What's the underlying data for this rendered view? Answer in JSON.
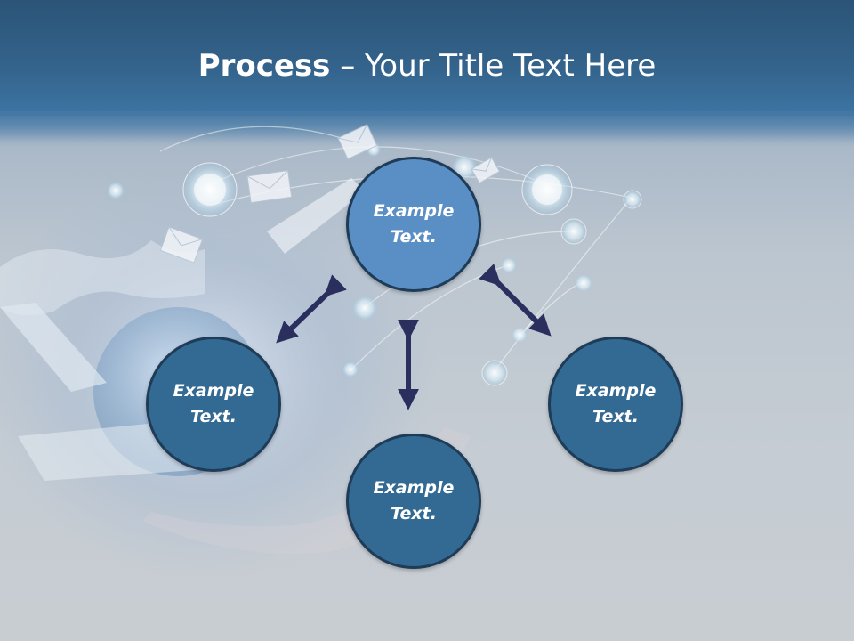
{
  "title": {
    "bold": "Process",
    "rest": " – Your Title Text Here"
  },
  "nodes": {
    "top": {
      "line1": "Example",
      "line2": "Text."
    },
    "left": {
      "line1": "Example",
      "line2": "Text."
    },
    "right": {
      "line1": "Example",
      "line2": "Text."
    },
    "bottom": {
      "line1": "Example",
      "line2": "Text."
    }
  },
  "colors": {
    "header": "#2b5477",
    "node_top": "#5a8fc6",
    "node_dark": "#336a93",
    "node_border": "#1e3b57",
    "arrow": "#2a2f5e"
  }
}
